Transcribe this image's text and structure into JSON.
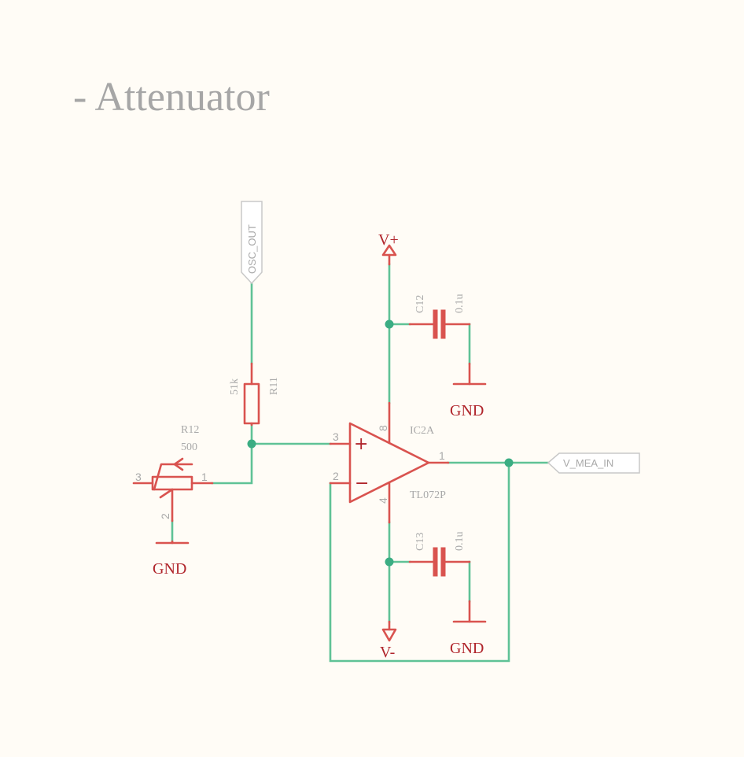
{
  "title": "- Attenuator",
  "nets": {
    "osc_out": "OSC_OUT",
    "v_mea_in": "V_MEA_IN",
    "vplus": "V+",
    "vminus": "V-",
    "gnd": "GND"
  },
  "components": {
    "r11": {
      "name": "R11",
      "value": "51k"
    },
    "r12": {
      "name": "R12",
      "value": "500"
    },
    "c12": {
      "name": "C12",
      "value": "0.1u"
    },
    "c13": {
      "name": "C13",
      "value": "0.1u"
    },
    "ic2a": {
      "name": "IC2A",
      "value": "TL072P"
    }
  },
  "pins": {
    "r12_pin3": "3",
    "r12_pin1": "1",
    "r12_pin2": "2",
    "ic_in_plus": "3",
    "ic_in_minus": "2",
    "ic_out": "1",
    "ic_vcc": "8",
    "ic_vee": "4"
  },
  "symbols": {
    "plus": "+",
    "minus": "−"
  }
}
